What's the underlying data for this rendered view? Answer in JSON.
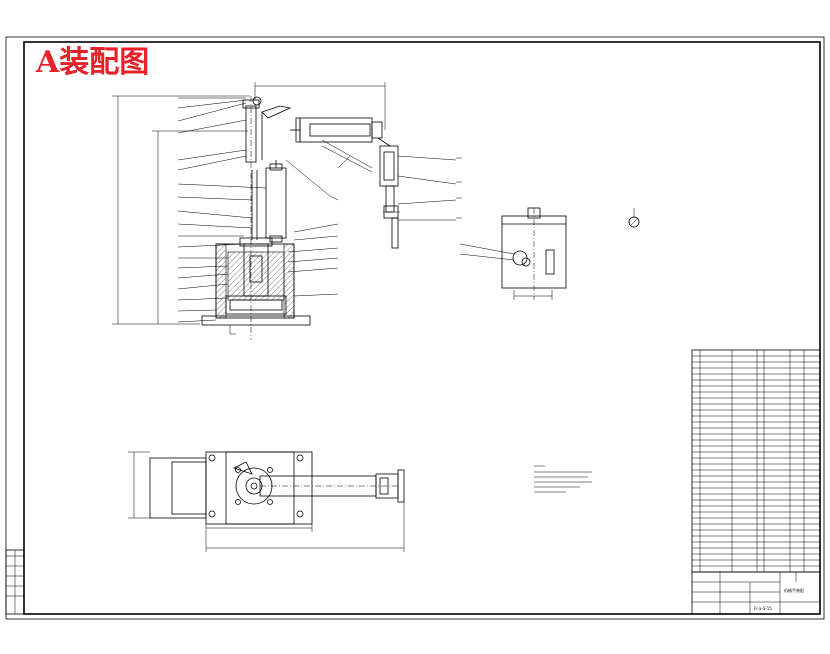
{
  "drawing": {
    "title": "A装配图"
  },
  "title_block": {
    "part_number": "Fr-a-S-15",
    "sheet_note": "机械手装配"
  },
  "colors": {
    "title": "#e8222a",
    "line": "#000000",
    "paper": "#ffffff"
  }
}
